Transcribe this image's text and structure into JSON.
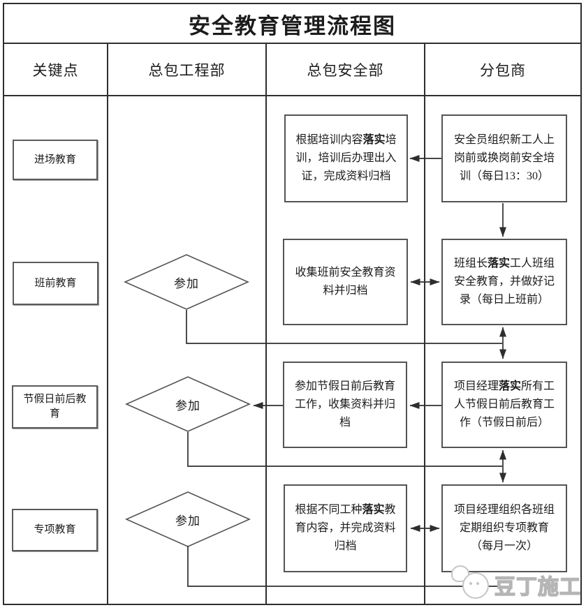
{
  "title": "安全教育管理流程图",
  "columns": [
    "关键点",
    "总包工程部",
    "总包安全部",
    "分包商"
  ],
  "rows": [
    {
      "key": "进场教育",
      "participate": "",
      "safety": {
        "pre": "根据培训内容",
        "bold": "落实",
        "post": "培训，培训后办理出入证，完成资料归档"
      },
      "sub": {
        "pre": "安全员组织新工人上岗前或换岗前安全培训（每日13：30）",
        "bold": "",
        "post": ""
      }
    },
    {
      "key": "班前教育",
      "participate": "参加",
      "safety": {
        "pre": "收集班前安全教育资料并归档",
        "bold": "",
        "post": ""
      },
      "sub": {
        "pre": "班组长",
        "bold": "落实",
        "post": "工人班组安全教育，并做好记录（每日上班前）"
      }
    },
    {
      "key": "节假日前后教育",
      "participate": "参加",
      "safety": {
        "pre": "参加节假日前后教育工作，收集资料并归档",
        "bold": "",
        "post": ""
      },
      "sub": {
        "pre": "项目经理",
        "bold": "落实",
        "post": "所有工人节假日前后教育工作（节假日前后）"
      }
    },
    {
      "key": "专项教育",
      "participate": "参加",
      "safety": {
        "pre": "根据不同工种",
        "bold": "落实",
        "post": "教育内容，并完成资料归档"
      },
      "sub": {
        "pre": "项目经理组织各班组定期组织专项教育（每月一次）",
        "bold": "",
        "post": ""
      }
    }
  ],
  "watermark": {
    "text": "豆丁施工"
  },
  "colors": {
    "line": "#2e2e2e",
    "boxborder": "#545454",
    "text": "#1c1c1c",
    "wm": "#b5b5b5"
  }
}
